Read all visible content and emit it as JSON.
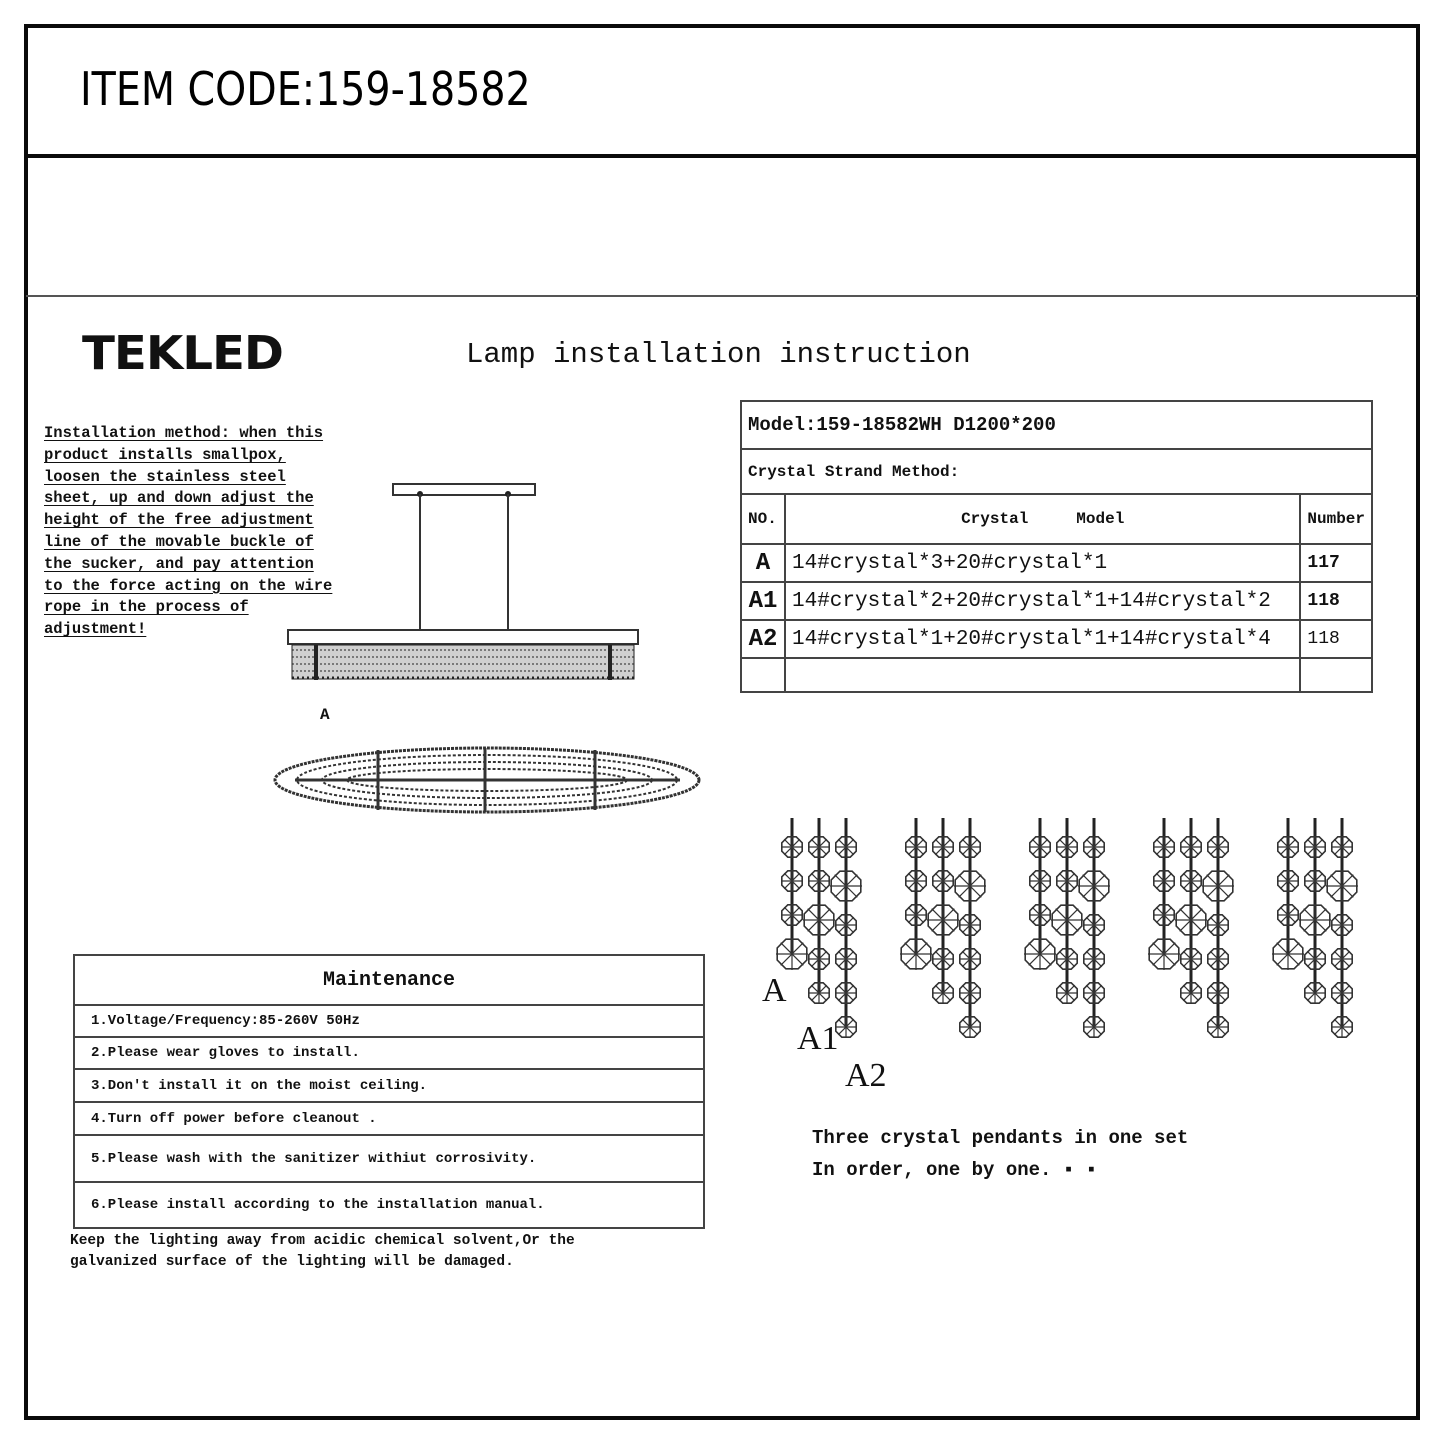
{
  "header": {
    "item_code": "ITEM CODE:159-18582"
  },
  "brand": {
    "logo_text": "TEKLED"
  },
  "document": {
    "title": "Lamp installation instruction",
    "installation_method": "Installation method: when this product installs smallpox, loosen the stainless steel sheet, up and down adjust the height of the free adjustment line of the movable buckle of the sucker, and pay attention to the force acting on the wire rope in the process of adjustment!",
    "drawing_label": "A"
  },
  "strand_table": {
    "model": "Model:159-18582WH  D1200*200",
    "method_label": "Crystal Strand Method:",
    "columns": [
      "NO.",
      "Crystal     Model",
      "Number"
    ],
    "rows": [
      {
        "no": "A",
        "crystal_model": "14#crystal*3+20#crystal*1",
        "number": "117"
      },
      {
        "no": "A1",
        "crystal_model": "14#crystal*2+20#crystal*1+14#crystal*2",
        "number": "118"
      },
      {
        "no": "A2",
        "crystal_model": "14#crystal*1+20#crystal*1+14#crystal*4",
        "number": "118"
      }
    ]
  },
  "pendants": {
    "labels": [
      "A",
      "A1",
      "A2"
    ],
    "note_line1": "Three crystal pendants in one set",
    "note_line2": "In order, one by one. ▪ ▪",
    "group_count": 5,
    "strands": [
      {
        "id": "A",
        "small_before": 3,
        "large": 1,
        "small_after": 0
      },
      {
        "id": "A1",
        "small_before": 2,
        "large": 1,
        "small_after": 2
      },
      {
        "id": "A2",
        "small_before": 1,
        "large": 1,
        "small_after": 4
      }
    ]
  },
  "maintenance": {
    "title": "Maintenance",
    "items": [
      "1.Voltage/Frequency:85-260V 50Hz",
      "2.Please wear gloves to install.",
      "3.Don't install it on the moist ceiling.",
      "4.Turn off power before cleanout .",
      "5.Please wash with the sanitizer withiut corrosivity.",
      "6.Please install according to the installation manual."
    ],
    "footnote": "Keep the lighting away from acidic chemical solvent,Or the galvanized surface of the lighting will be damaged."
  }
}
